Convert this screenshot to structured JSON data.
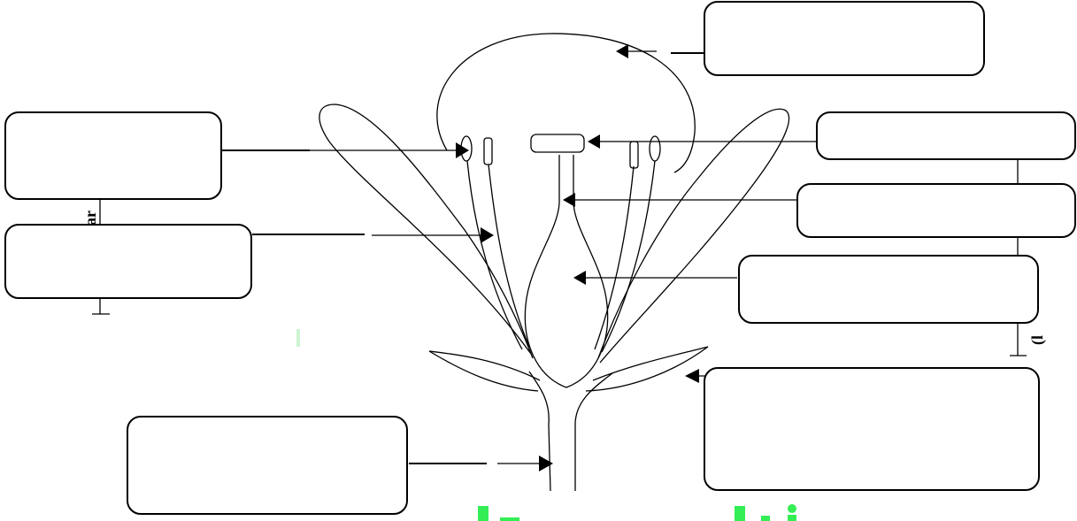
{
  "diagram": {
    "subject": "flower",
    "parts": [
      "petal",
      "sepal",
      "stalk",
      "stigma",
      "style",
      "ovary",
      "anther",
      "filament"
    ],
    "label_boxes": [
      {
        "id": "box-top-right",
        "text": ""
      },
      {
        "id": "box-upper-left",
        "text": ""
      },
      {
        "id": "box-mid-left",
        "text": ""
      },
      {
        "id": "box-right-1",
        "text": ""
      },
      {
        "id": "box-right-2",
        "text": ""
      },
      {
        "id": "box-right-3",
        "text": ""
      },
      {
        "id": "box-lower-right",
        "text": ""
      },
      {
        "id": "box-bottom-left",
        "text": ""
      }
    ],
    "fragments": {
      "left_side": "ar",
      "right_side": "(l"
    },
    "colors": {
      "line": "#000000",
      "background": "#ffffff",
      "watermark": "#33ee55"
    }
  }
}
